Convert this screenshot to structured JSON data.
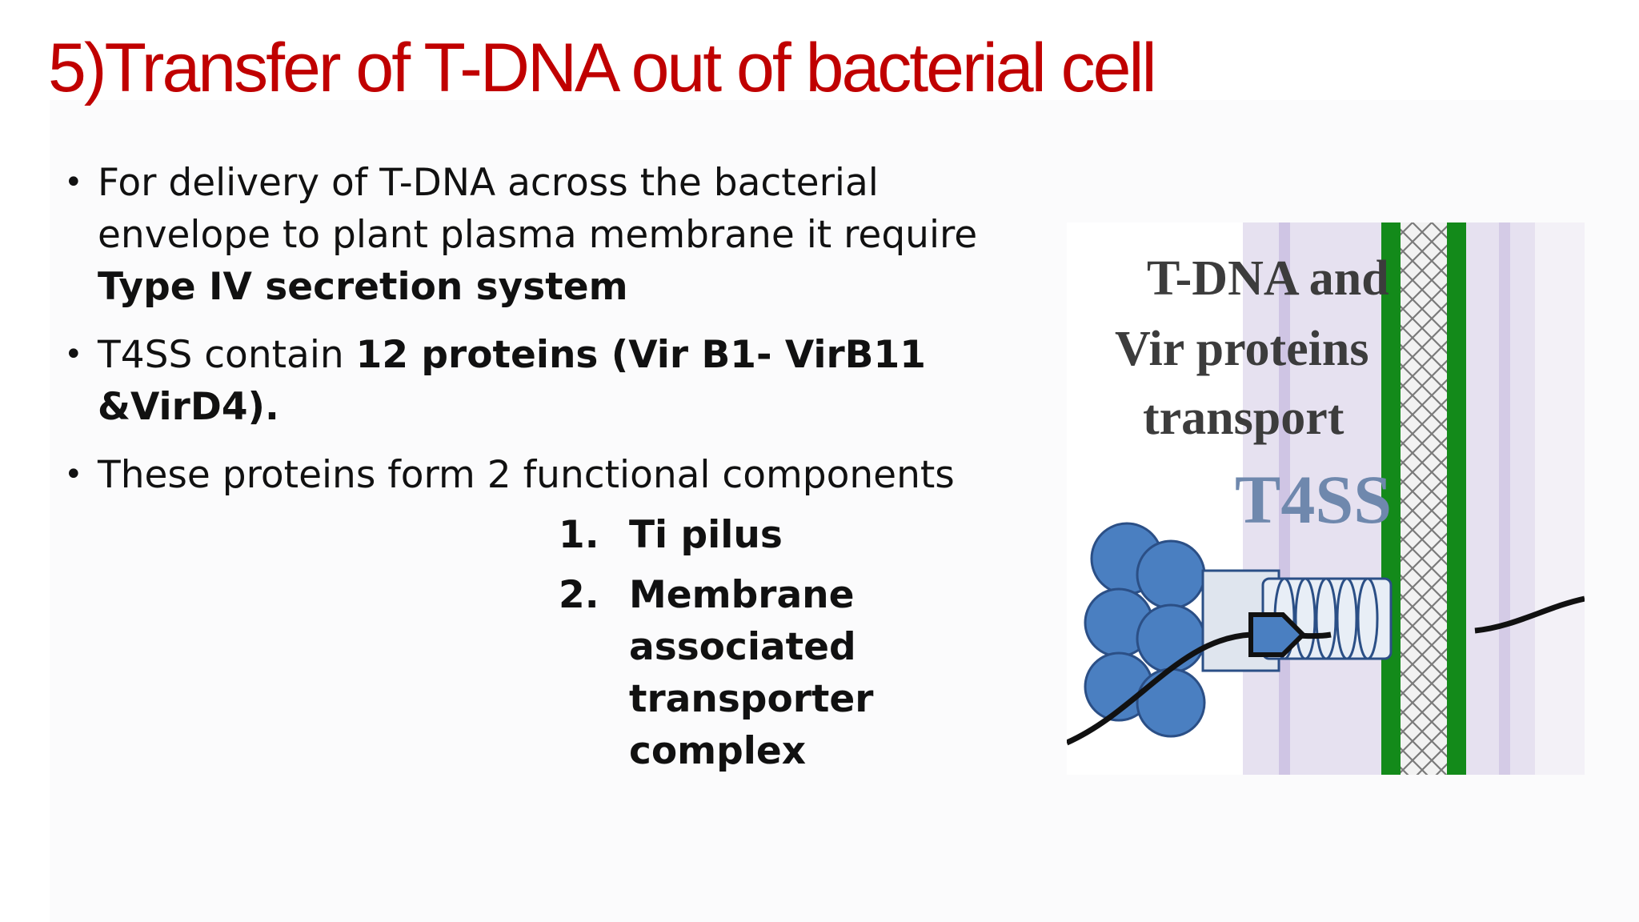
{
  "slide": {
    "title": "5)Transfer of T-DNA out of bacterial cell",
    "bullets": [
      {
        "text_before": "For delivery of T-DNA across the bacterial envelope to plant plasma membrane it require ",
        "bold": "Type IV secretion system",
        "text_after": ""
      },
      {
        "text_before": "T4SS contain ",
        "bold": "12 proteins (Vir B1- VirB11 &VirD4).",
        "text_after": ""
      },
      {
        "text_before": "These proteins form 2 functional components",
        "bold": "",
        "text_after": ""
      }
    ],
    "bullet_glyph": "•",
    "components": [
      {
        "number": "1.",
        "label": "Ti pilus"
      },
      {
        "number": "2.",
        "label": "Membrane associated transporter complex"
      }
    ]
  },
  "figure": {
    "label_line1": "T-DNA and",
    "label_line2": "Vir proteins",
    "label_line3": "transport",
    "label_t4ss": "T4SS",
    "colors": {
      "title": "#c00000",
      "membrane_green": "#138a1a",
      "protein_blue": "#4a7fc1",
      "t4ss_text": "#6f88ad",
      "background_lavender": "#dcd6ea"
    }
  }
}
